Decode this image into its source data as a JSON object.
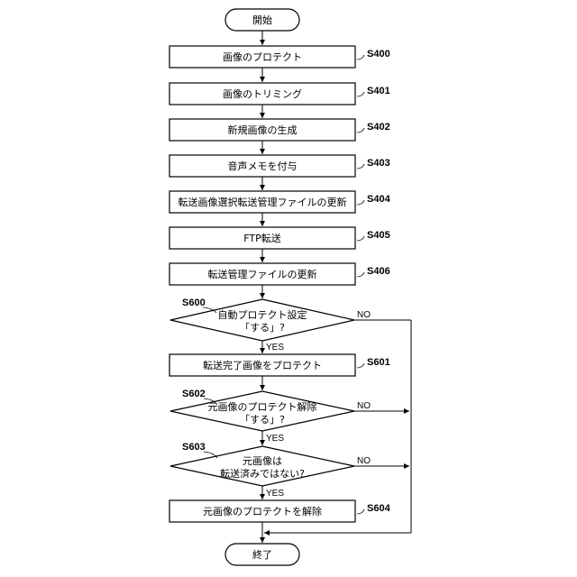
{
  "diagram": {
    "start_label": "開始",
    "end_label": "終了",
    "steps": [
      {
        "id": "S400",
        "text": "画像のプロテクト"
      },
      {
        "id": "S401",
        "text": "画像のトリミング"
      },
      {
        "id": "S402",
        "text": "新規画像の生成"
      },
      {
        "id": "S403",
        "text": "音声メモを付与"
      },
      {
        "id": "S404",
        "text": "転送画像選択転送管理ファイルの更新"
      },
      {
        "id": "S405",
        "text": "FTP転送"
      },
      {
        "id": "S406",
        "text": "転送管理ファイルの更新"
      },
      {
        "id": "S601",
        "text": "転送完了画像をプロテクト"
      },
      {
        "id": "S604",
        "text": "元画像のプロテクトを解除"
      }
    ],
    "decisions": [
      {
        "id": "S600",
        "line1": "自動プロテクト設定",
        "line2": "「する」?"
      },
      {
        "id": "S602",
        "line1": "元画像のプロテクト解除",
        "line2": "「する」?"
      },
      {
        "id": "S603",
        "line1": "元画像は",
        "line2": "転送済みではない?"
      }
    ],
    "yes_label": "YES",
    "no_label": "NO"
  }
}
